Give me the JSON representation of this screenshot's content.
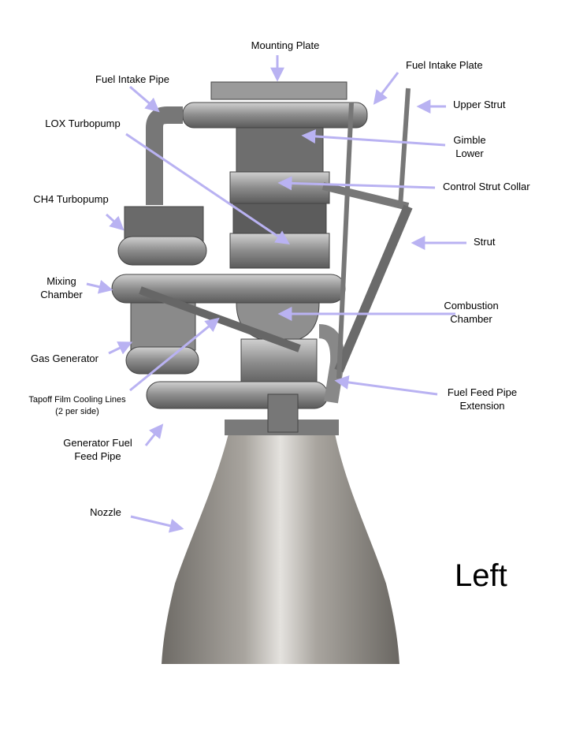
{
  "labels": {
    "mounting_plate": "Mounting Plate",
    "fuel_intake_plate": "Fuel Intake Plate",
    "fuel_intake_pipe": "Fuel Intake Pipe",
    "upper_strut": "Upper Strut",
    "lox_turbopump": "LOX Turbopump",
    "gimble_lower_1": "Gimble",
    "gimble_lower_2": "Lower",
    "control_strut_collar": "Control Strut Collar",
    "ch4_turbopump": "CH4 Turbopump",
    "strut": "Strut",
    "mixing_chamber_1": "Mixing",
    "mixing_chamber_2": "Chamber",
    "combustion_chamber_1": "Combustion",
    "combustion_chamber_2": "Chamber",
    "gas_generator": "Gas Generator",
    "tapoff_1": "Tapoff Film Cooling Lines",
    "tapoff_2": "(2 per side)",
    "fuel_feed_ext_1": "Fuel Feed Pipe",
    "fuel_feed_ext_2": "Extension",
    "gen_fuel_feed_1": "Generator Fuel",
    "gen_fuel_feed_2": "Feed Pipe",
    "nozzle": "Nozzle"
  },
  "view_label": "Left",
  "colors": {
    "arrow": "#b9b2f2",
    "metal": "#8a8a8a"
  }
}
